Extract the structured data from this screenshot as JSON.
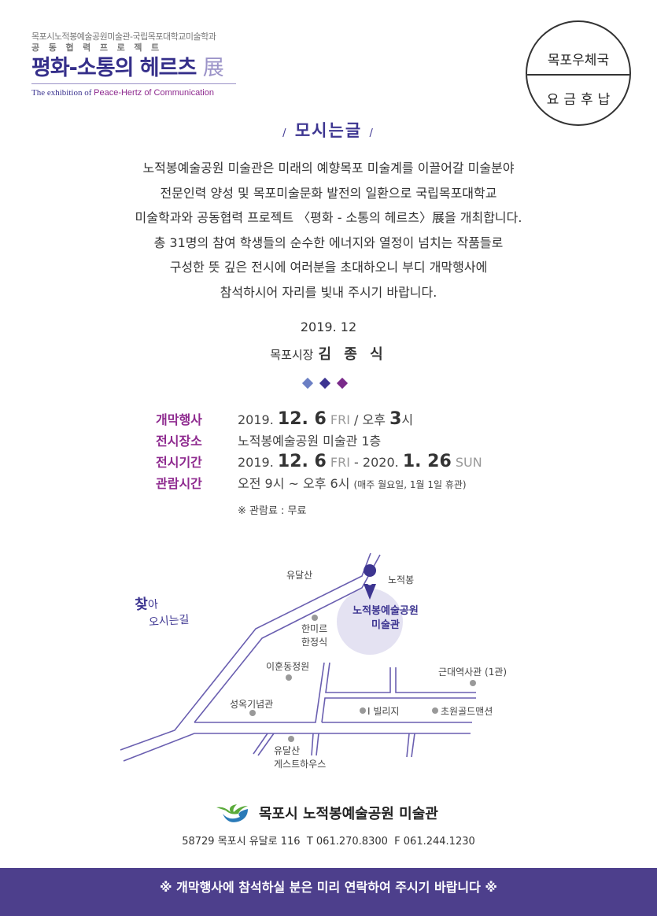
{
  "header": {
    "line1": "목포시노적봉예술공원미술관-국립목포대학교미술학과",
    "line2": "공동협력프로젝트",
    "title": "평화-소통의 헤르츠",
    "title_hanja": "展",
    "subtitle_prefix": "The exhibition of ",
    "subtitle_highlight": "Peace-Hertz of Communication"
  },
  "stamp": {
    "top": "목포우체국",
    "bottom": "요금후납"
  },
  "invitation": {
    "title": "모시는글",
    "slash_left": "/",
    "slash_right": "/",
    "paragraph": [
      "노적봉예술공원 미술관은 미래의 예향목포 미술계를 이끌어갈 미술분야",
      "전문인력 양성 및 목포미술문화 발전의 일환으로 국립목포대학교",
      "미술학과와 공동협력 프로젝트 〈평화 - 소통의 헤르츠〉展을 개최합니다.",
      "총 31명의 참여 학생들의 순수한 에너지와 열정이 넘치는 작품들로",
      "구성한 뜻 깊은 전시에 여러분을 초대하오니 부디 개막행사에",
      "참석하시어 자리를 빛내 주시기 바랍니다."
    ],
    "date": "2019. 12",
    "signer_title": "목포시장",
    "signer_name": "김 종 식"
  },
  "colors": {
    "diamond1": "#6b7fc4",
    "diamond2": "#3d3591",
    "diamond3": "#7a2a8a",
    "accent": "#3d3591",
    "label": "#8e2a8f",
    "footer": "#4d3f8c"
  },
  "details": {
    "opening": {
      "label": "개막행사",
      "p1": "2019. ",
      "big1": "12. 6",
      "p2": " FRI",
      "p3": " / 오후 ",
      "big2": "3",
      "p4": "시"
    },
    "venue": {
      "label": "전시장소",
      "value": "노적봉예술공원 미술관 1층"
    },
    "period": {
      "label": "전시기간",
      "p1": "2019. ",
      "big1": "12. 6",
      "p2": " FRI",
      "p3": " - 2020. ",
      "big2": "1. 26",
      "p4": " SUN"
    },
    "hours": {
      "label": "관람시간",
      "value": "오전 9시 ~ 오후 6시 ",
      "note": "(매주 월요일, 1월 1일 휴관)"
    },
    "fee": "※ 관람료 : 무료"
  },
  "map": {
    "heading_big": "찾",
    "heading_a": "아",
    "heading_rest": "오시는길",
    "museum": [
      "노적봉예술공원",
      "미술관"
    ],
    "labels": {
      "yudalsan": "유달산",
      "nojeokbong": "노적봉",
      "hanmireu1": "한미르",
      "hanmireu2": "한정식",
      "leehun": "이훈동정원",
      "modern": "근대역사관 (1관)",
      "seongok": "성옥기념관",
      "ivillage": "I 빌리지",
      "chowon": "초원골드맨션",
      "guest1": "유달산",
      "guest2": "게스트하우스"
    }
  },
  "footer": {
    "org": "목포시 노적봉예술공원 미술관",
    "address": "58729 목포시 유달로 116",
    "tel_label": "T",
    "tel": "061.270.8300",
    "fax_label": "F",
    "fax": "061.244.1230",
    "notice": "※ 개막행사에 참석하실 분은 미리 연락하여 주시기 바랍니다 ※"
  }
}
